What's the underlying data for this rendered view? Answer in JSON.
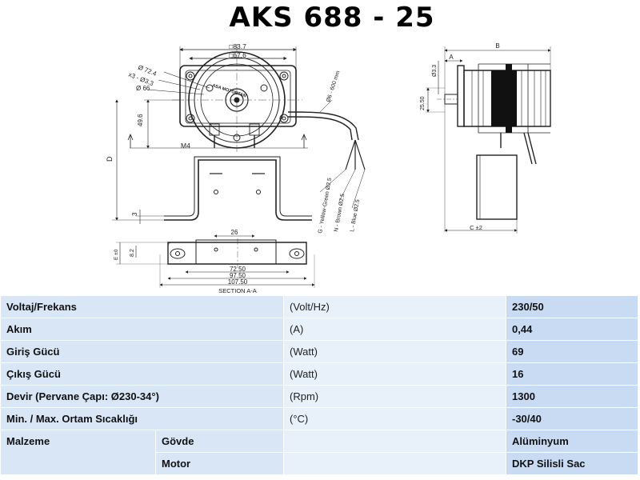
{
  "title": "AKS 688 - 25",
  "drawing": {
    "front": {
      "dim_square_outer": "□83.7",
      "dim_square_inner": "□67.6",
      "dim_dia_72": "Ø 72.4",
      "dim_holes": "x3 - Ø3.3",
      "dim_dia_66": "Ø 66",
      "dim_49": "49.6",
      "dim_m4": "M4",
      "dim_d": "D",
      "dim_3": "3",
      "dim_cable": "Ø6 - 600 mm",
      "label_brand": "ASA MOTORTAN",
      "wire_g": "G - Yellow-Green Ø2.5",
      "wire_n": "N - Brown Ø2.5",
      "wire_l": "L - Blue Ø2.5"
    },
    "section": {
      "dim_26": "26",
      "dim_e": "E ±0",
      "dim_82": "8.2",
      "dim_7250": "72.50",
      "dim_9750": "97.50",
      "dim_10750": "107.50",
      "caption": "SECTION A-A"
    },
    "side": {
      "dim_b": "B",
      "dim_a": "A",
      "dim_33": "Ø3.3",
      "dim_2550": "25.50",
      "dim_c": "C ±2"
    }
  },
  "specs": {
    "rows": [
      {
        "label": "Voltaj/Frekans",
        "unit": "(Volt/Hz)",
        "value": "230/50"
      },
      {
        "label": "Akım",
        "unit": "(A)",
        "value": "0,44"
      },
      {
        "label": "Giriş Gücü",
        "unit": "(Watt)",
        "value": "69"
      },
      {
        "label": "Çıkış Gücü",
        "unit": "(Watt)",
        "value": "16"
      },
      {
        "label": "Devir (Pervane Çapı: Ø230-34°)",
        "unit": "(Rpm)",
        "value": "1300"
      },
      {
        "label": "Min. / Max. Ortam Sıcaklığı",
        "unit": "(°C)",
        "value": "-30/40"
      }
    ],
    "material": {
      "label": "Malzeme",
      "items": [
        {
          "part": "Gövde",
          "value": "Alüminyum"
        },
        {
          "part": "Motor",
          "value": "DKP Silisli Sac"
        }
      ]
    }
  }
}
